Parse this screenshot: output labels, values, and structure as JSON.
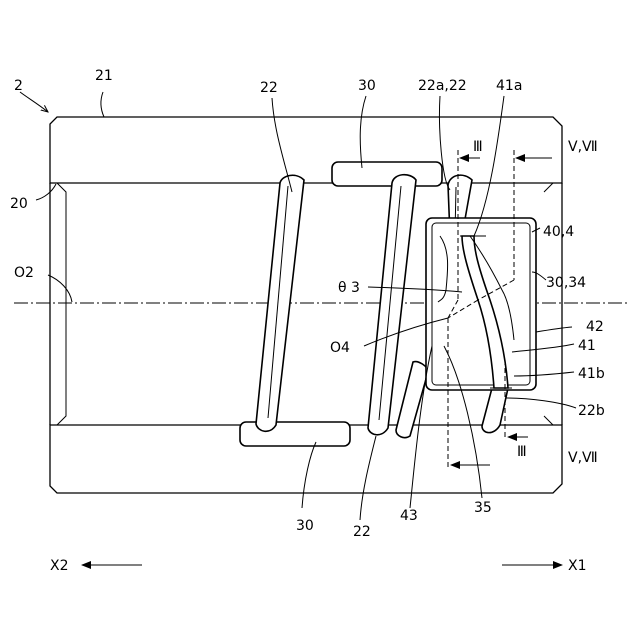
{
  "labels": {
    "ref_2": "2",
    "ref_21": "21",
    "ref_20": "20",
    "ref_o2": "O2",
    "ref_22_left": "22",
    "ref_30_top": "30",
    "ref_22a_22": "22a,22",
    "ref_41a": "41a",
    "ref_iii_top": "Ⅲ",
    "ref_v_vii_top": "Ⅴ,Ⅶ",
    "ref_40_4": "40,4",
    "ref_30_34": "30,34",
    "ref_theta3": "θ 3",
    "ref_42": "42",
    "ref_o4": "O4",
    "ref_41": "41",
    "ref_41b": "41b",
    "ref_22b": "22b",
    "ref_iii_bottom": "Ⅲ",
    "ref_v_vii_bottom": "Ⅴ,Ⅶ",
    "ref_30_bottom": "30",
    "ref_22_bottom": "22",
    "ref_43": "43",
    "ref_35": "35"
  },
  "directions": {
    "x2": "X2",
    "x1": "X1"
  }
}
